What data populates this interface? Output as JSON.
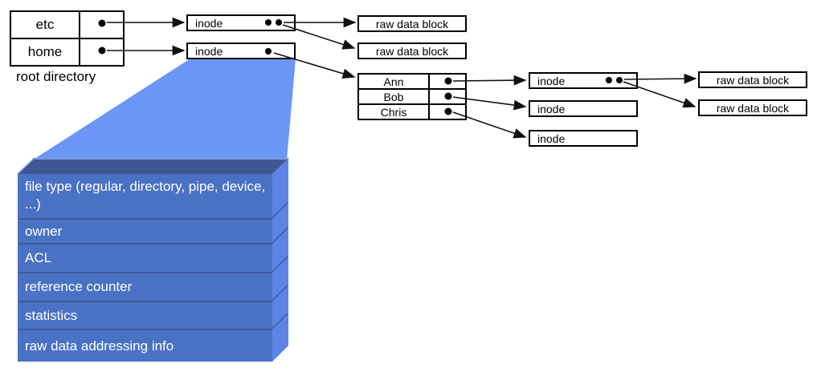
{
  "colors": {
    "funnel": "#6B96F6",
    "slab_face": "#4A72C4",
    "slab_top": "#3E5893",
    "slab_side": "#5C84E6",
    "slab_divider": "#3A5A9A",
    "slab_highlight": "#7E9BD8",
    "box_border": "#000000",
    "arrow": "#111111",
    "text_on_slab": "#FFFFFF"
  },
  "root_directory": {
    "caption": "root directory",
    "entries": [
      "etc",
      "home"
    ]
  },
  "box_labels": {
    "inode": "inode",
    "raw_data_block": "raw data block"
  },
  "home_directory": {
    "entries": [
      "Ann",
      "Bob",
      "Chris"
    ]
  },
  "inode_fields": [
    "file type (regular, directory, pipe, device, ...)",
    "owner",
    "ACL",
    "reference counter",
    "statistics",
    "raw data addressing info"
  ]
}
